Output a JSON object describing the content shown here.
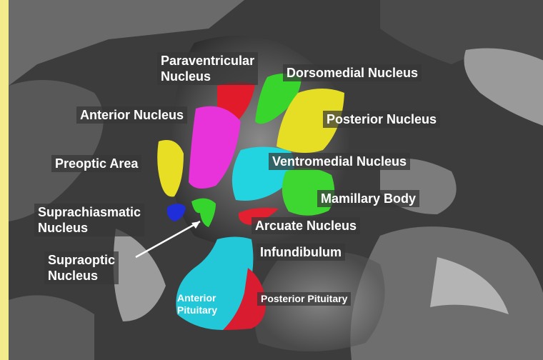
{
  "labels": {
    "paraventricular": [
      "Paraventricular",
      "Nucleus"
    ],
    "dorsomedial": "Dorsomedial Nucleus",
    "anterior": "Anterior Nucleus",
    "posterior": "Posterior Nucleus",
    "preoptic": "Preoptic Area",
    "ventromedial": "Ventromedial Nucleus",
    "mamillary": "Mamillary Body",
    "suprachiasmatic": [
      "Suprachiasmatic",
      "Nucleus"
    ],
    "arcuate": "Arcuate Nucleus",
    "infundibulum": "Infundibulum",
    "supraoptic": [
      "Supraoptic",
      "Nucleus"
    ],
    "anterior_pituitary": [
      "Anterior",
      "Pituitary"
    ],
    "posterior_pituitary": "Posterior Pituitary"
  },
  "colors": {
    "frame_border": "#f4ec8c",
    "paraventricular": "#e11b2a",
    "dorsomedial": "#38d62c",
    "anterior": "#e733d9",
    "posterior": "#e6dd25",
    "preoptic": "#e8de24",
    "ventromedial": "#22d3e0",
    "mamillary": "#3ed630",
    "suprachiasmatic": "#1f2ed8",
    "supraoptic": "#36d52d",
    "arcuate": "#e2202f",
    "anterior_pituitary": "#22c8d8",
    "posterior_pituitary": "#d91c30"
  }
}
